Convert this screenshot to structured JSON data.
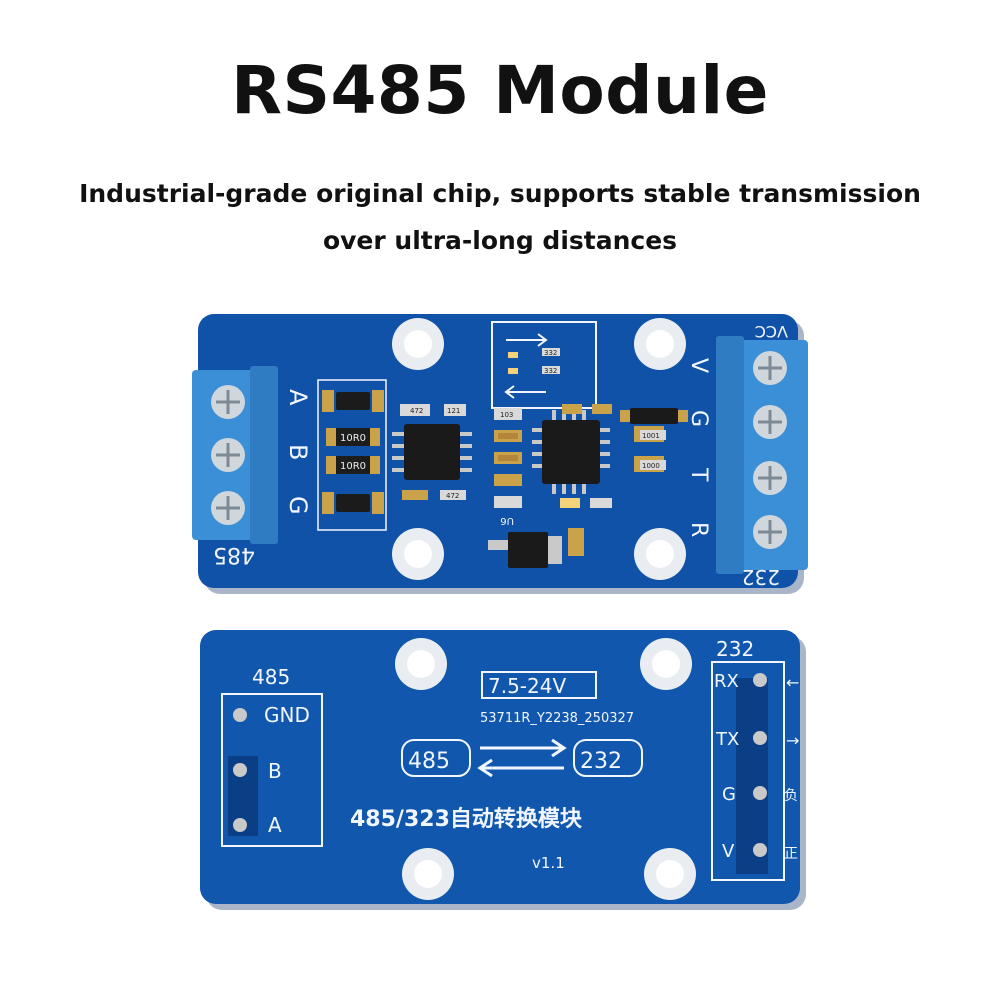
{
  "title": "RS485 Module",
  "subtitle_line1": "Industrial-grade original chip, supports stable transmission",
  "subtitle_line2": "over ultra-long distances",
  "colors": {
    "pcb": "#0f52a8",
    "pcb_dark": "#0a3f86",
    "terminal": "#3b8fd6",
    "copper": "#c9a24a",
    "silk": "#f2f6ff"
  },
  "top_board": {
    "left_pins": [
      "A",
      "B",
      "G"
    ],
    "left_label": "485",
    "right_pins": [
      "V",
      "G",
      "T",
      "R"
    ],
    "right_top_label": "VCC",
    "right_label": "232",
    "resistor_1": "10R0",
    "resistor_2": "10R0",
    "smd_labels": [
      "472",
      "121",
      "103",
      "332",
      "332",
      "1001",
      "1000",
      "472",
      "U6"
    ]
  },
  "bottom_board": {
    "left_label": "485",
    "left_pins": [
      "GND",
      "B",
      "A"
    ],
    "voltage": "7.5-24V",
    "part_code": "53711R_Y2238_250327",
    "box_left": "485",
    "box_right": "232",
    "module_name": "485/323自动转换模块",
    "version": "v1.1",
    "right_label": "232",
    "right_pins": [
      "RX",
      "TX",
      "G",
      "V"
    ],
    "right_notes": [
      "←",
      "→",
      "负",
      "正"
    ]
  }
}
